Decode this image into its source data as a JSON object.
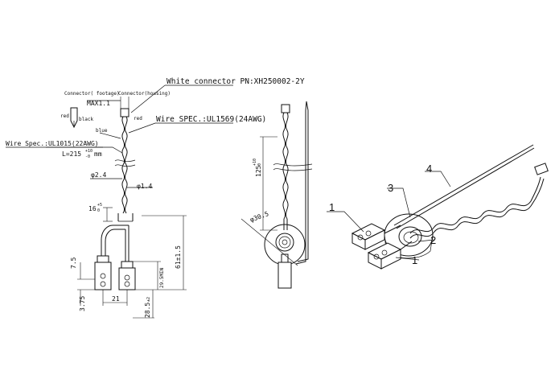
{
  "view_front": {
    "connector_footage_label": "Connector( footage)",
    "connector_housing_label": "Connector(housing)",
    "max_label": "MAX1.1",
    "red_label_left": "red",
    "black_label": "black",
    "red_label_right": "red",
    "blue_label": "blue",
    "white_connector_label": "White connector PN:XH250002-2Y",
    "wire_spec_right": "Wire SPEC.:UL1569(24AWG)",
    "wire_spec_left": "Wire Spec.:UL1015(22AWG)",
    "length_label": "L=215",
    "length_tol_plus": "+10",
    "length_tol_minus": "-0",
    "length_unit": "mm",
    "dia_2_4": "φ2.4",
    "dia_1_4": "φ1.4",
    "dim_16": "16",
    "dim_16_tol_plus": "+5",
    "dim_16_tol_minus": "0",
    "dim_7_5": "7.5",
    "dim_3_75": "3.75",
    "dim_21": "21",
    "dim_29_5": "29.5MIN",
    "dim_28_5": "28.5",
    "dim_28_5_tol": "±2",
    "dim_61": "61±1.5"
  },
  "view_side": {
    "dim_125": "125",
    "dim_125_tol_plus": "+10",
    "dim_125_tol_minus": "0",
    "dia_30_5": "φ30.5"
  },
  "view_iso": {
    "callout_1a": "1",
    "callout_1b": "1",
    "callout_2": "2",
    "callout_3": "3",
    "callout_4": "4"
  }
}
